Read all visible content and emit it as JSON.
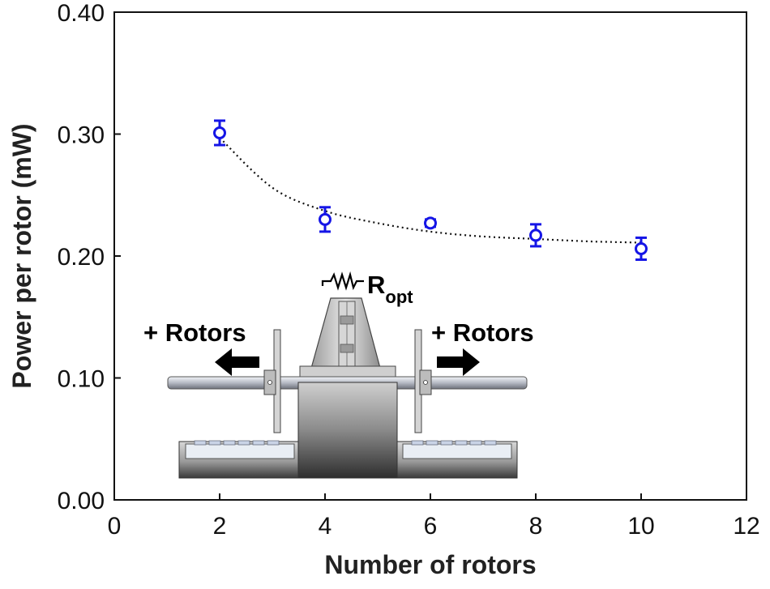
{
  "chart_data": {
    "type": "scatter",
    "xlabel": "Number of rotors",
    "ylabel": "Power per rotor (mW)",
    "xlim": [
      0,
      12
    ],
    "ylim": [
      0,
      0.4
    ],
    "xticks": [
      "0",
      "2",
      "4",
      "6",
      "8",
      "10",
      "12"
    ],
    "yticks": [
      "0.00",
      "0.10",
      "0.20",
      "0.30",
      "0.40"
    ],
    "series": [
      {
        "marker": "open-circle",
        "color": "#1515e6",
        "x": [
          2,
          4,
          6,
          8,
          10
        ],
        "y": [
          0.301,
          0.23,
          0.227,
          0.217,
          0.206
        ],
        "error": [
          0.01,
          0.01,
          0.003,
          0.009,
          0.009
        ]
      }
    ],
    "fit": {
      "style": "dotted",
      "color": "#111111",
      "x": [
        2,
        3,
        4,
        5,
        6,
        7,
        8,
        9,
        10
      ],
      "y": [
        0.297,
        0.256,
        0.237,
        0.227,
        0.22,
        0.216,
        0.214,
        0.212,
        0.211
      ]
    },
    "grid": false,
    "legend": "none"
  },
  "inset": {
    "left_label": "+ Rotors",
    "right_label": "+ Rotors",
    "resistor_label": "R",
    "resistor_subscript": "opt"
  }
}
